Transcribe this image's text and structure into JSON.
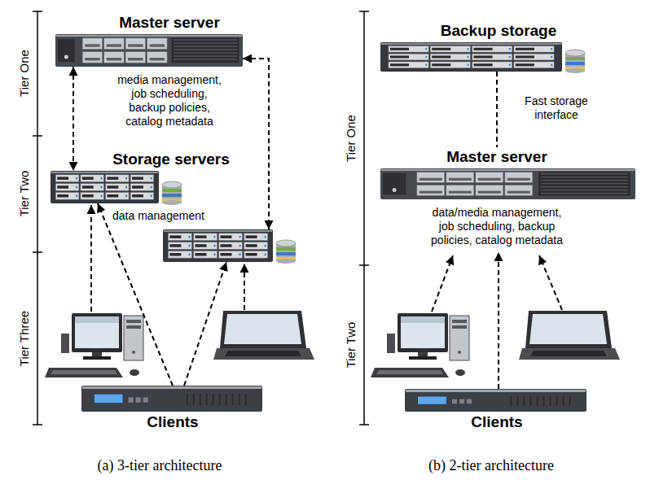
{
  "diagram": {
    "nodes": [
      {
        "text": [
          "Master server",
          "media management, job scheduling, backup policies, catalog metadata"
        ]
      },
      {
        "text": [
          "Storage servers"
        ]
      },
      {
        "text": [
          "data management"
        ]
      },
      {
        "text": [
          "Clients"
        ]
      },
      {
        "text": [
          "Backup storage"
        ]
      },
      {
        "text": [
          "Master server",
          "data/media management, job scheduling, backup policies, catalog metadata"
        ]
      },
      {
        "text": [
          "Clients"
        ]
      }
    ],
    "edges": [
      {
        "from": 0,
        "to": 1,
        "arrow": "both"
      },
      {
        "from": 0,
        "to": 2,
        "arrow": "both"
      },
      {
        "from": 3,
        "to": 1,
        "arrow": "to"
      },
      {
        "from": 3,
        "to": 2,
        "arrow": "to"
      },
      {
        "from": 4,
        "to": 5,
        "label": "Fast storage interface",
        "arrow": "none"
      },
      {
        "from": 6,
        "to": 5,
        "arrow": "to"
      }
    ],
    "labels": [
      "Tier One",
      "Tier Two",
      "Tier Three",
      "(a) 3-tier architecture",
      "Tier One",
      "Tier Two",
      "(b) 2-tier architecture"
    ]
  }
}
